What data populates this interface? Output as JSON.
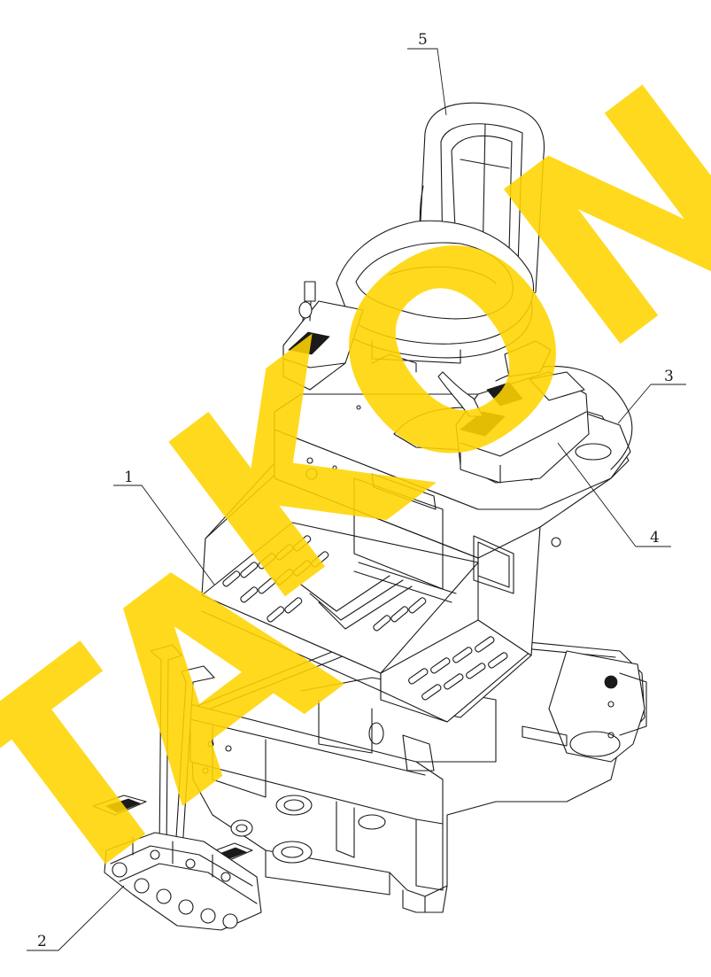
{
  "callouts": [
    {
      "id": "1",
      "label": "1"
    },
    {
      "id": "2",
      "label": "2"
    },
    {
      "id": "3",
      "label": "3"
    },
    {
      "id": "4",
      "label": "4"
    },
    {
      "id": "5",
      "label": "5"
    }
  ],
  "watermark": {
    "text_lower": "TA",
    "text_upper": "KON",
    "color": "#ffd400"
  },
  "colors": {
    "line": "#1a1a1a",
    "background": "#ffffff"
  }
}
